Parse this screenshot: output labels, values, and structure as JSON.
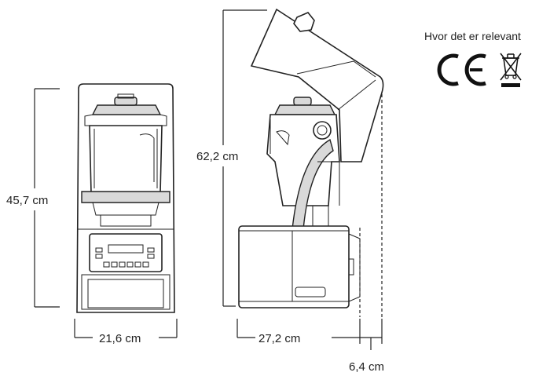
{
  "dimensions": {
    "front_height": "45,7 cm",
    "front_width": "21,6 cm",
    "side_height": "62,2 cm",
    "side_depth": "27,2 cm",
    "lid_extension": "6,4 cm"
  },
  "certification": {
    "note": "Hvor det er relevant",
    "ce_mark": "CE",
    "icons": [
      "ce-mark-icon",
      "weee-crossed-bin-icon"
    ]
  }
}
